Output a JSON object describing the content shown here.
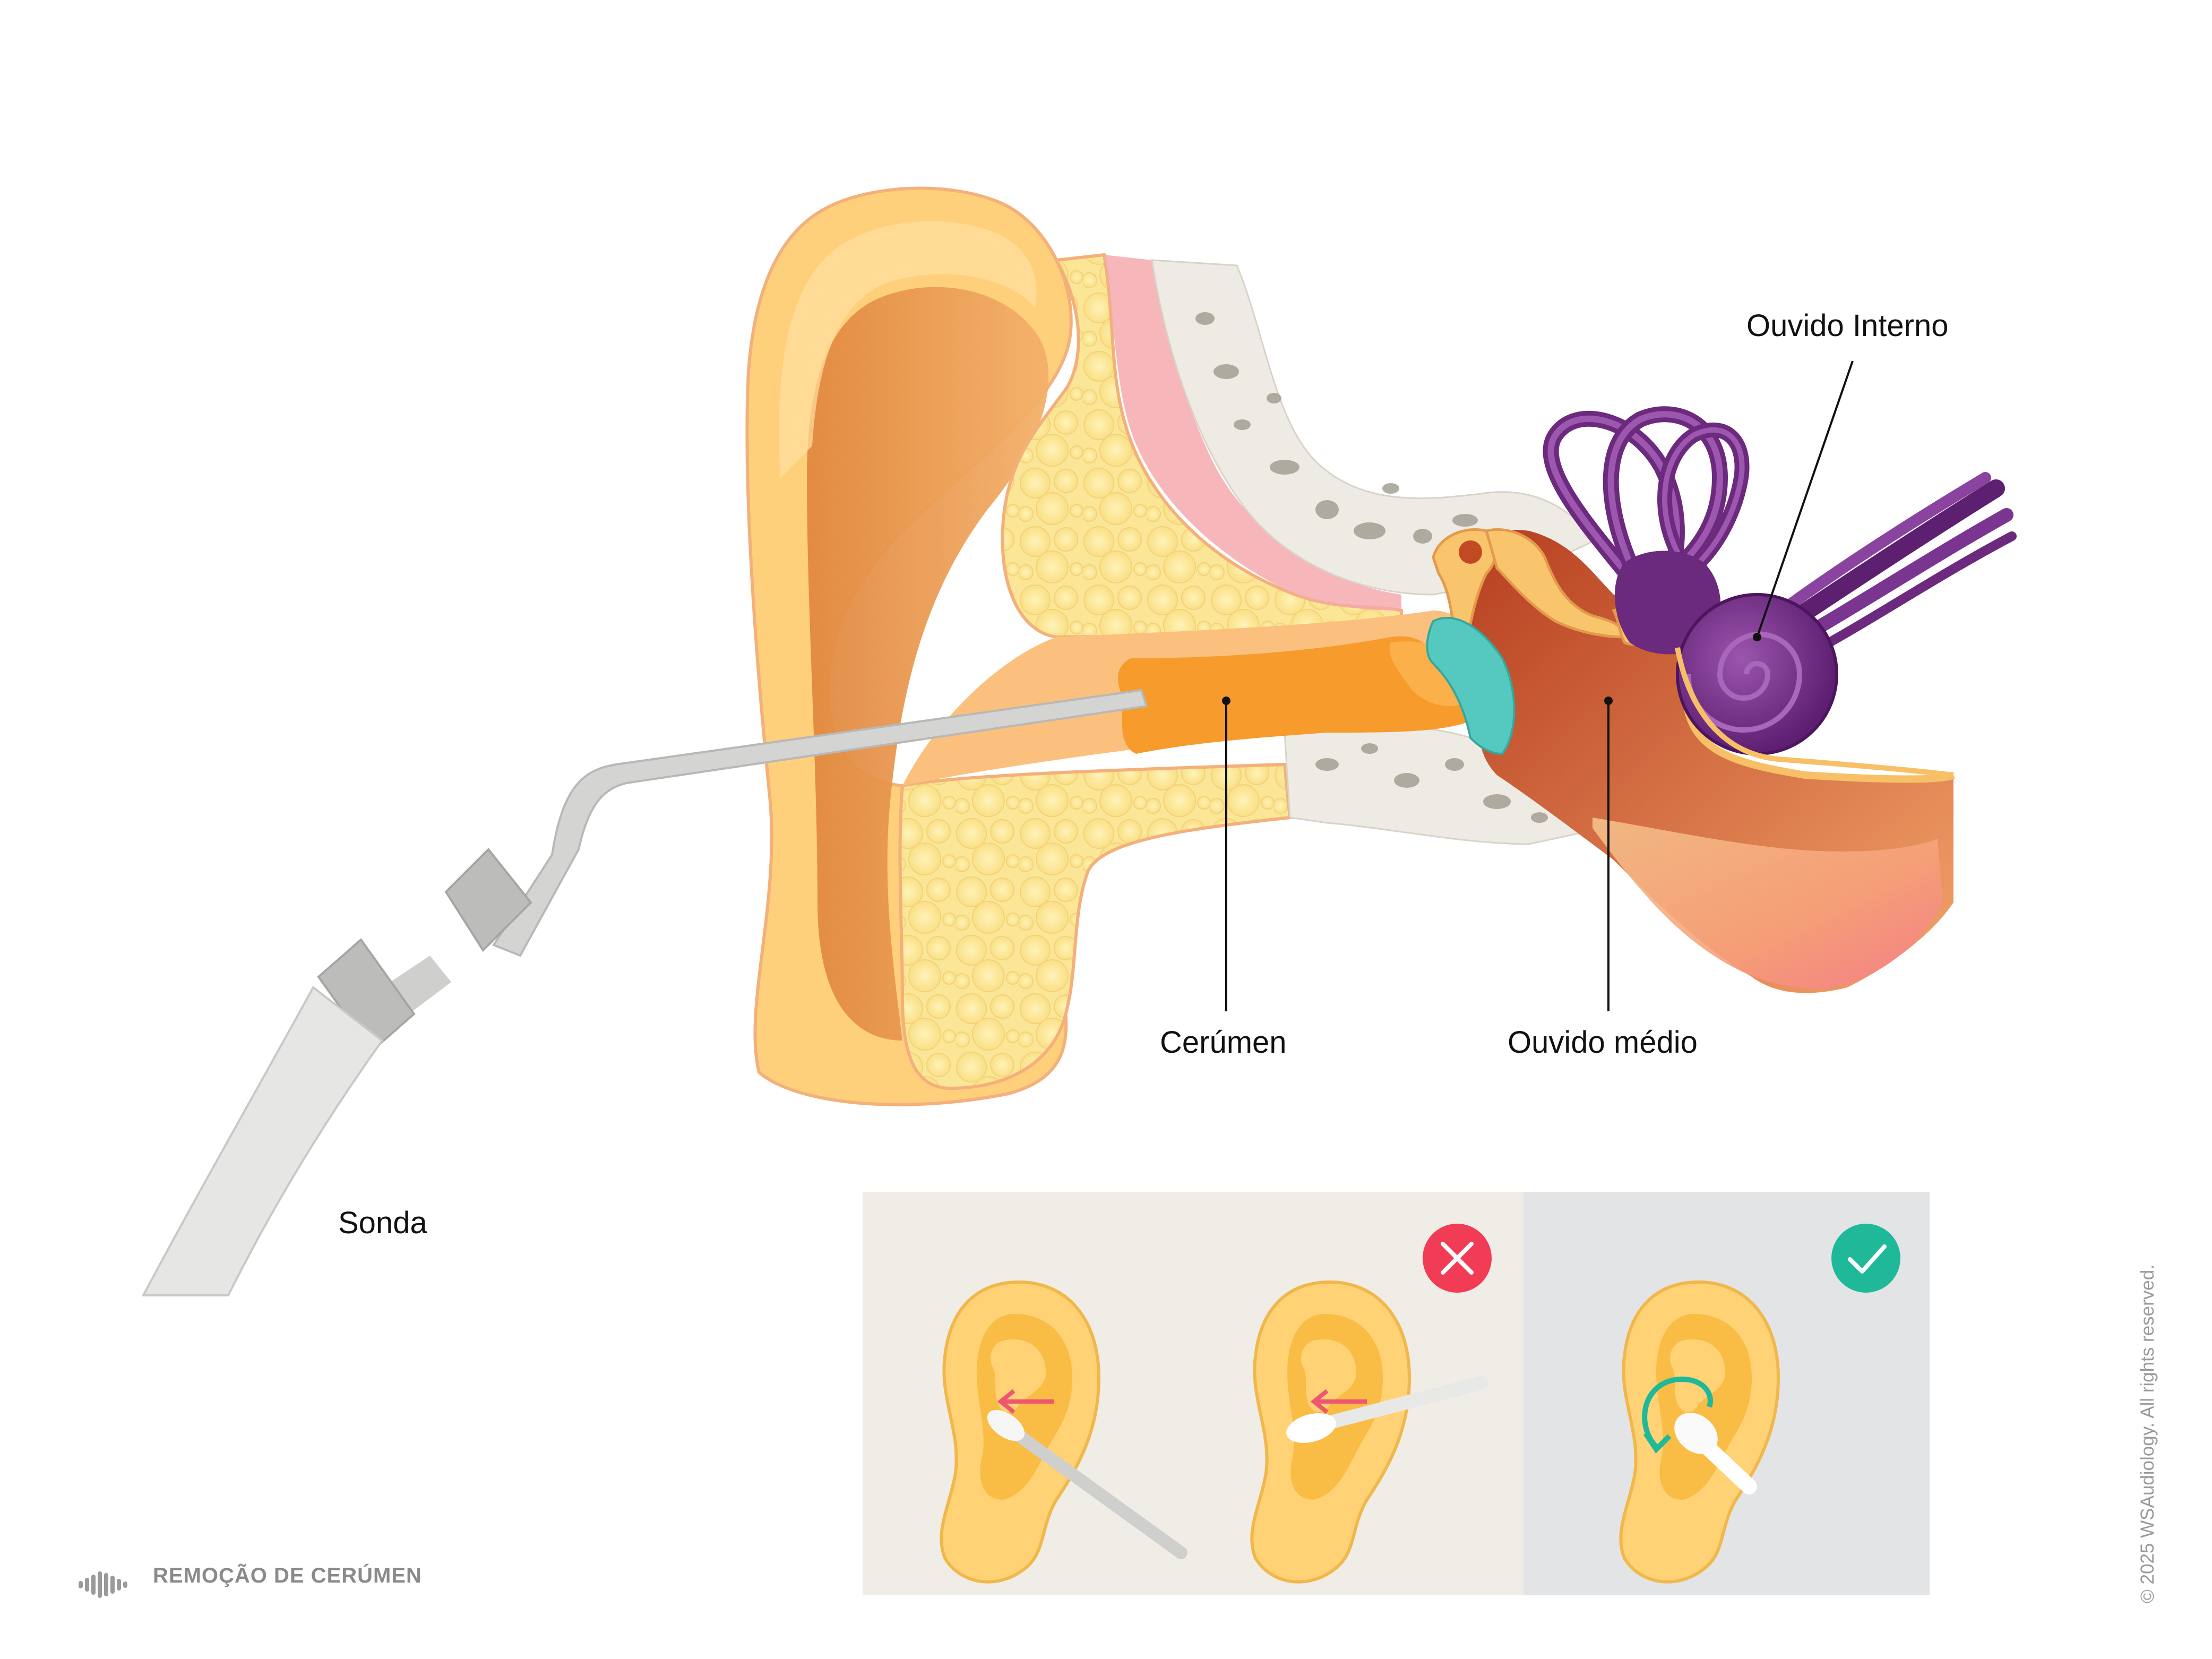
{
  "labels": {
    "inner_ear": "Ouvido Interno",
    "middle_ear": "Ouvido médio",
    "earwax": "Cerúmen",
    "probe": "Sonda"
  },
  "footer": {
    "title": "REMOÇÃO DE CERÚMEN",
    "copyright": "© 2025 WSAudiology. All rights reserved."
  },
  "panels": {
    "wrong_badge_icon": "cross-icon",
    "right_badge_icon": "check-icon"
  },
  "colors": {
    "wrong": "#f23b55",
    "right": "#1fb99a",
    "skin": "#ffd070",
    "earwax": "#f6a030",
    "cochlea": "#6c2a7e",
    "eardrum": "#52c9c0",
    "bone": "#eeebe4",
    "panel_left": "#efede6",
    "panel_right": "#e3e4e6"
  }
}
